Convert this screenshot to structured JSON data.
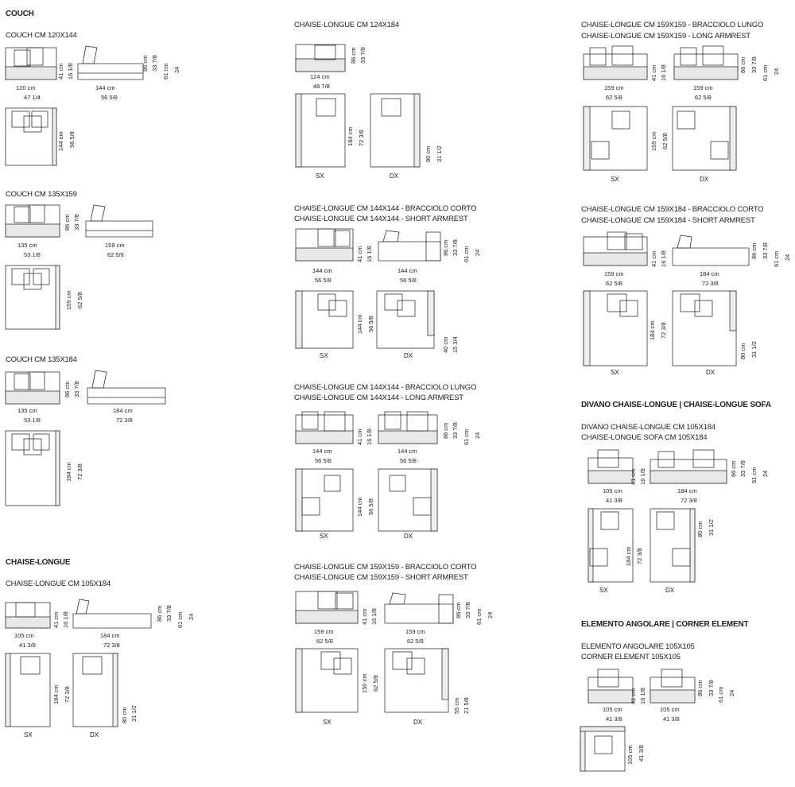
{
  "sections": {
    "couch": "COUCH",
    "chaise": "CHAISE-LONGUE",
    "divano": "DIVANO CHAISE-LONGUE  |  CHAISE-LONGUE SOFA",
    "angolare": "ELEMENTO ANGOLARE  |  CORNER ELEMENT"
  },
  "labels": {
    "c120": "COUCH CM 120X144",
    "c135a": "COUCH CM 135X159",
    "c135b": "COUCH CM 135X184",
    "ch105": "CHAISE-LONGUE CM 105X184",
    "ch124": "CHAISE-LONGUE CM 124X184",
    "ch144c1": "CHAISE-LONGUE CM 144X144 - BRACCIOLO CORTO",
    "ch144c2": "CHAISE-LONGUE CM 144X144 - SHORT ARMREST",
    "ch144l1": "CHAISE-LONGUE CM 144X144 - BRACCIOLO LUNGO",
    "ch144l2": "CHAISE-LONGUE CM 144X144 - LONG ARMREST",
    "ch159c1": "CHAISE-LONGUE CM 159X159 - BRACCIOLO CORTO",
    "ch159c2": "CHAISE-LONGUE CM 159X159 - SHORT ARMREST",
    "ch159l1": "CHAISE-LONGUE CM 159X159 - BRACCIOLO LUNGO",
    "ch159l2": "CHAISE-LONGUE CM 159X159 - LONG ARMREST",
    "ch184c1": "CHAISE-LONGUE CM 159X184 - BRACCIOLO CORTO",
    "ch184c2": "CHAISE-LONGUE CM 159X184 - SHORT ARMREST",
    "dv1": "DIVANO CHAISE-LONGUE CM 105X184",
    "dv2": "CHAISE-LONGUE SOFA CM 105X184",
    "ea1": "ELEMENTO ANGOLARE 105X105",
    "ea2": "CORNER ELEMENT 105X105"
  },
  "sides": {
    "sx": "SX",
    "dx": "DX"
  },
  "dims": {
    "d120": "120 cm",
    "i120": "47 1/4",
    "d144": "144 cm",
    "i144": "56 5/8",
    "d135": "135 cm",
    "i135": "53 1/8",
    "d159": "159 cm",
    "i159": "62 5/8",
    "d184": "184 cm",
    "i184": "72 3/8",
    "d105": "105 cm",
    "i105": "41 3/8",
    "d124": "124 cm",
    "i124": "48 7/8",
    "d41": "41 cm",
    "i41": "16 1/8",
    "d86": "86 cm",
    "i86": "33 7/8",
    "d61": "61 cm",
    "i61": "24",
    "d80": "80 cm",
    "i80": "31 1/2",
    "d40": "40 cm",
    "i40": "15 3/4",
    "d55": "55 cm",
    "i55": "21 5/8",
    "d150": "150 cm"
  }
}
